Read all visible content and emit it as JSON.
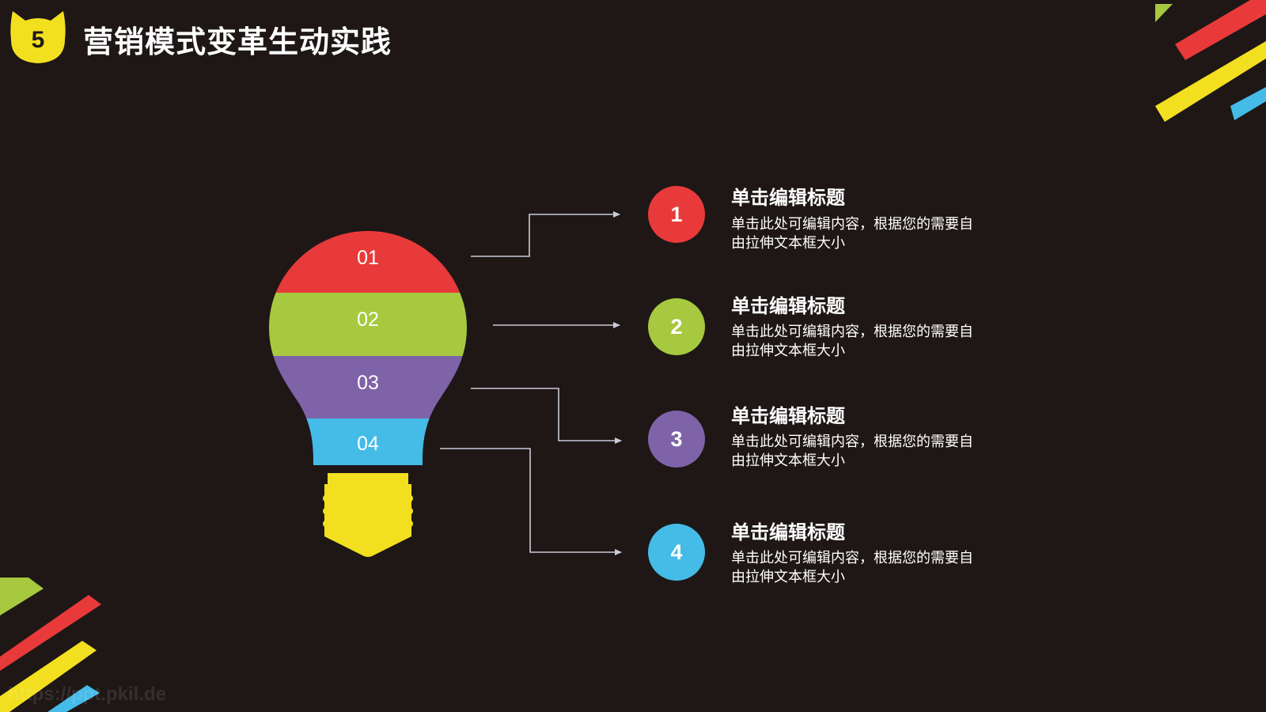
{
  "header": {
    "badge_number": "5",
    "title": "营销模式变革生动实践"
  },
  "bulb": {
    "segments": [
      "01",
      "02",
      "03",
      "04"
    ]
  },
  "steps": [
    {
      "number": "1",
      "title": "单击编辑标题",
      "desc": "单击此处可编辑内容，根据您的需要自由拉伸文本框大小",
      "color": "#e83a3a"
    },
    {
      "number": "2",
      "title": "单击编辑标题",
      "desc": "单击此处可编辑内容，根据您的需要自由拉伸文本框大小",
      "color": "#a6c93f"
    },
    {
      "number": "3",
      "title": "单击编辑标题",
      "desc": "单击此处可编辑内容，根据您的需要自由拉伸文本框大小",
      "color": "#7f63a8"
    },
    {
      "number": "4",
      "title": "单击编辑标题",
      "desc": "单击此处可编辑内容，根据您的需要自由拉伸文本框大小",
      "color": "#45bbe8"
    }
  ],
  "colors": {
    "background": "#1e1716",
    "red": "#e83a3a",
    "green": "#a6c93f",
    "purple": "#7f63a8",
    "blue": "#45bbe8",
    "yellow": "#f2e020",
    "connector": "#c8ccd8"
  },
  "watermark": "https://ppt.pkil.de"
}
